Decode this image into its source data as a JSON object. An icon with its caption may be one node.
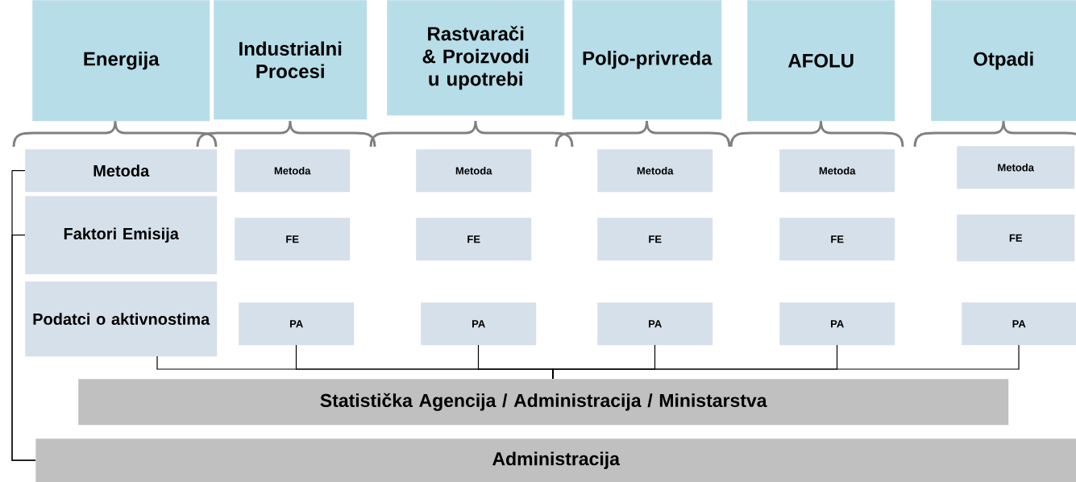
{
  "diagram": {
    "nodes": [
      {
        "text": [
          "Energija"
        ]
      },
      {
        "text": [
          "Industrialni Procesi"
        ]
      },
      {
        "text": [
          "Rastvarači & Proizvodi u upotrebi"
        ]
      },
      {
        "text": [
          "Poljo-privreda"
        ]
      },
      {
        "text": [
          "AFOLU"
        ]
      },
      {
        "text": [
          "Otpadi"
        ]
      },
      {
        "text": [
          "Metoda"
        ]
      },
      {
        "text": [
          "Metoda"
        ]
      },
      {
        "text": [
          "Metoda"
        ]
      },
      {
        "text": [
          "Metoda"
        ]
      },
      {
        "text": [
          "Metoda"
        ]
      },
      {
        "text": [
          "Metoda"
        ]
      },
      {
        "text": [
          "Faktori Emisija"
        ]
      },
      {
        "text": [
          "FE"
        ]
      },
      {
        "text": [
          "FE"
        ]
      },
      {
        "text": [
          "FE"
        ]
      },
      {
        "text": [
          "FE"
        ]
      },
      {
        "text": [
          "FE"
        ]
      },
      {
        "text": [
          "Podatci o aktivnostima"
        ]
      },
      {
        "text": [
          "PA"
        ]
      },
      {
        "text": [
          "PA"
        ]
      },
      {
        "text": [
          "PA"
        ]
      },
      {
        "text": [
          "PA"
        ]
      },
      {
        "text": [
          "PA"
        ]
      },
      {
        "text": [
          "Statistička Agencija / Administracija / Ministarstva"
        ]
      },
      {
        "text": [
          "Administracija"
        ]
      }
    ],
    "edges": [
      {
        "from": 18,
        "to": 24,
        "arrow": "none"
      },
      {
        "from": 19,
        "to": 24,
        "arrow": "none"
      },
      {
        "from": 20,
        "to": 24,
        "arrow": "none"
      },
      {
        "from": 21,
        "to": 24,
        "arrow": "none"
      },
      {
        "from": 22,
        "to": 24,
        "arrow": "none"
      },
      {
        "from": 23,
        "to": 24,
        "arrow": "none"
      },
      {
        "from": 6,
        "to": 25,
        "arrow": "none"
      },
      {
        "from": 12,
        "to": 25,
        "arrow": "none"
      }
    ]
  }
}
